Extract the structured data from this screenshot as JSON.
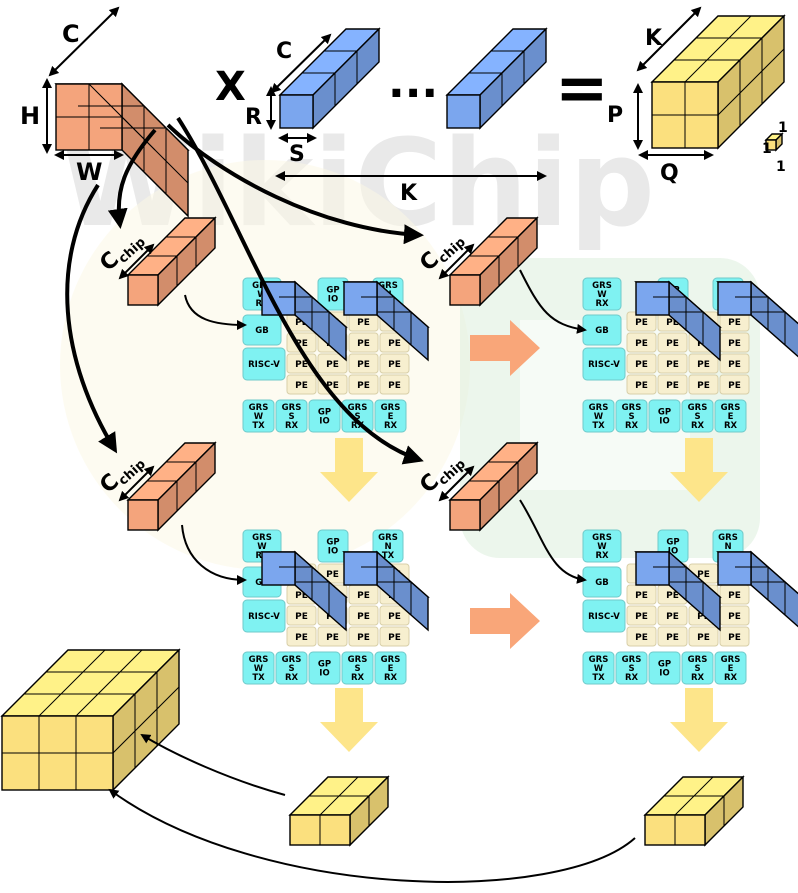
{
  "watermark": "WikiChip",
  "labels": {
    "c": "C",
    "h": "H",
    "w": "W",
    "r": "R",
    "s": "S",
    "k": "K",
    "p": "P",
    "q": "Q",
    "times": "X",
    "ellipsis": "...",
    "equals": "=",
    "one_a": "1",
    "one_b": "1",
    "one_c": "1",
    "c_chip_base": "C",
    "c_chip_sub": "chip"
  },
  "chip": {
    "top_tiles": [
      "GRS\nW\nRX",
      "GP\nIO",
      "GRS\nN\nTX"
    ],
    "bottom_tiles": [
      "GRS\nW\nTX",
      "GRS\nS\nRX",
      "GP\nIO",
      "GRS\nS\nRX",
      "GRS\nE\nRX"
    ],
    "gb": "GB",
    "riscv": "RISC-V",
    "pe": "PE"
  },
  "colors": {
    "input": "#f4a47c",
    "weight": "#7ba6ee",
    "output": "#fbe07e",
    "tile": "#7ff2f2",
    "pe": "#f7efcf",
    "flow": "#f9a679",
    "down": "#fde58a"
  }
}
